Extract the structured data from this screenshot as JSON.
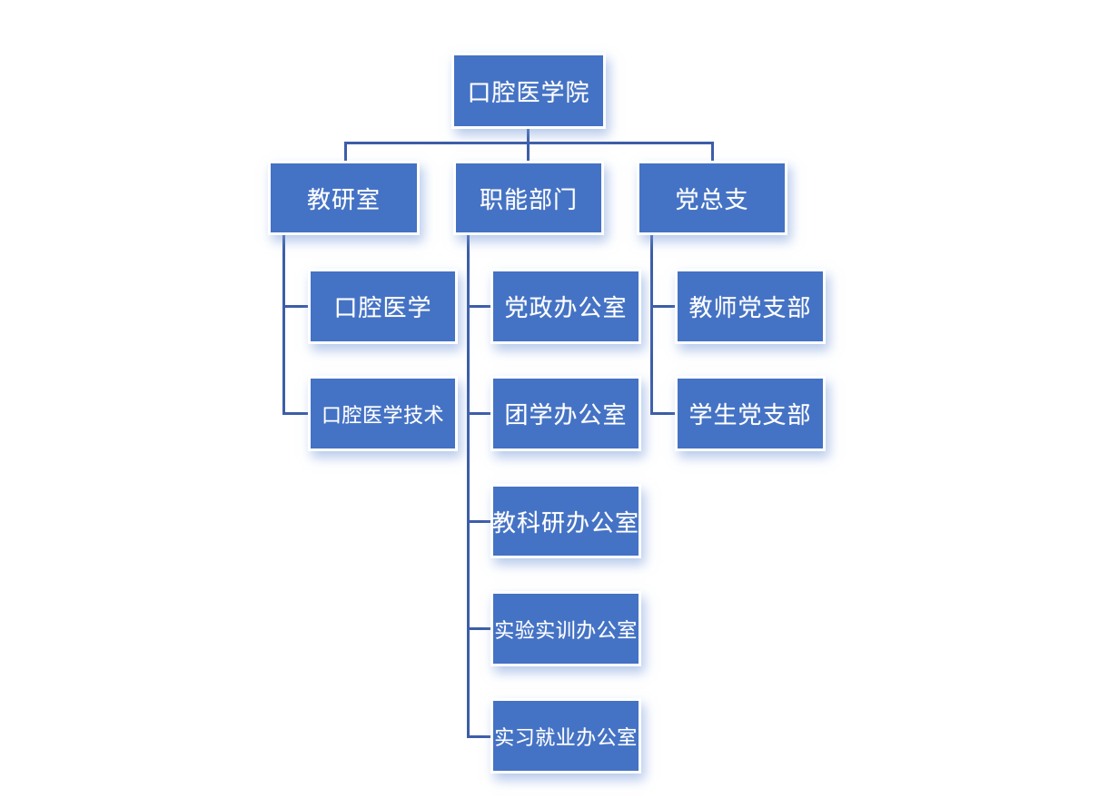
{
  "diagram": {
    "type": "org-chart",
    "root": {
      "label": "口腔医学院"
    },
    "branches": [
      {
        "label": "教研室",
        "children": [
          {
            "label": "口腔医学"
          },
          {
            "label": "口腔医学技术"
          }
        ]
      },
      {
        "label": "职能部门",
        "children": [
          {
            "label": "党政办公室"
          },
          {
            "label": "团学办公室"
          },
          {
            "label": "教科研办公室"
          },
          {
            "label": "实验实训办公室"
          },
          {
            "label": "实习就业办公室"
          }
        ]
      },
      {
        "label": "党总支",
        "children": [
          {
            "label": "教师党支部"
          },
          {
            "label": "学生党支部"
          }
        ]
      }
    ],
    "colors": {
      "node_fill": "#4472C4",
      "node_border": "#FFFFFF",
      "node_text": "#FFFFFF",
      "connector": "#3D5DA9",
      "background": "#FFFFFF"
    }
  }
}
